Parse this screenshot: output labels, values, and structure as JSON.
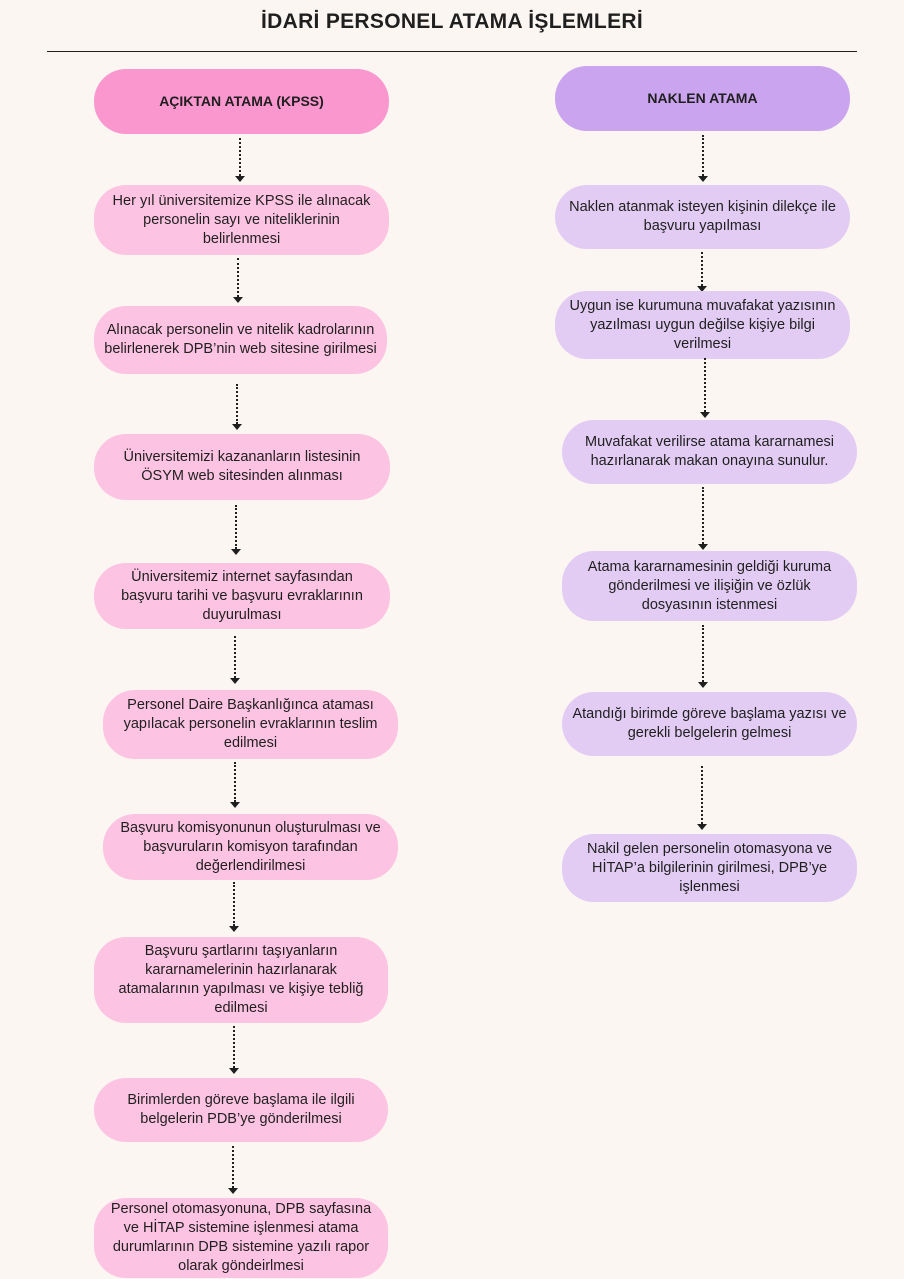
{
  "title": "İDARİ PERSONEL ATAMA İŞLEMLERİ",
  "left_column": {
    "header": "AÇIKTAN ATAMA (KPSS)",
    "steps": [
      "Her yıl üniversitemize KPSS ile alınacak personelin sayı ve niteliklerinin belirlenmesi",
      "Alınacak personelin ve nitelik kadrolarının belirlenerek DPB’nin web sitesine girilmesi",
      "Üniversitemizi kazananların listesinin ÖSYM web sitesinden alınması",
      "Üniversitemiz internet sayfasından başvuru tarihi ve başvuru evraklarının duyurulması",
      "Personel Daire Başkanlığınca ataması yapılacak personelin evraklarının teslim edilmesi",
      "Başvuru komisyonunun oluşturulması ve başvuruların komisyon tarafından değerlendirilmesi",
      "Başvuru şartlarını taşıyanların kararnamelerinin hazırlanarak atamalarının yapılması ve kişiye tebliğ edilmesi",
      "Birimlerden göreve başlama ile ilgili belgelerin PDB’ye gönderilmesi",
      "Personel otomasyonuna, DPB sayfasına ve HİTAP sistemine işlenmesi atama durumlarının DPB sistemine yazılı rapor olarak göndeirlmesi"
    ]
  },
  "right_column": {
    "header": "NAKLEN ATAMA",
    "steps": [
      "Naklen atanmak isteyen kişinin dilekçe ile başvuru yapılması",
      "Uygun ise kurumuna muvafakat yazısının yazılması uygun değilse kişiye bilgi verilmesi",
      "Muvafakat verilirse atama kararnamesi hazırlanarak makan onayına sunulur.",
      "Atama kararnamesinin geldiği kuruma gönderilmesi ve ilişiğin  ve özlük dosyasının istenmesi",
      "Atandığı birimde göreve başlama yazısı ve gerekli belgelerin gelmesi",
      "Nakil gelen personelin otomasyona ve HİTAP’a bilgilerinin girilmesi, DPB’ye işlenmesi"
    ]
  },
  "colors": {
    "left_header": "#fb97cf",
    "left_step": "#fdc3e2",
    "right_header": "#cba4f0",
    "right_step": "#e2ccf3",
    "background": "#fbf6f1"
  }
}
